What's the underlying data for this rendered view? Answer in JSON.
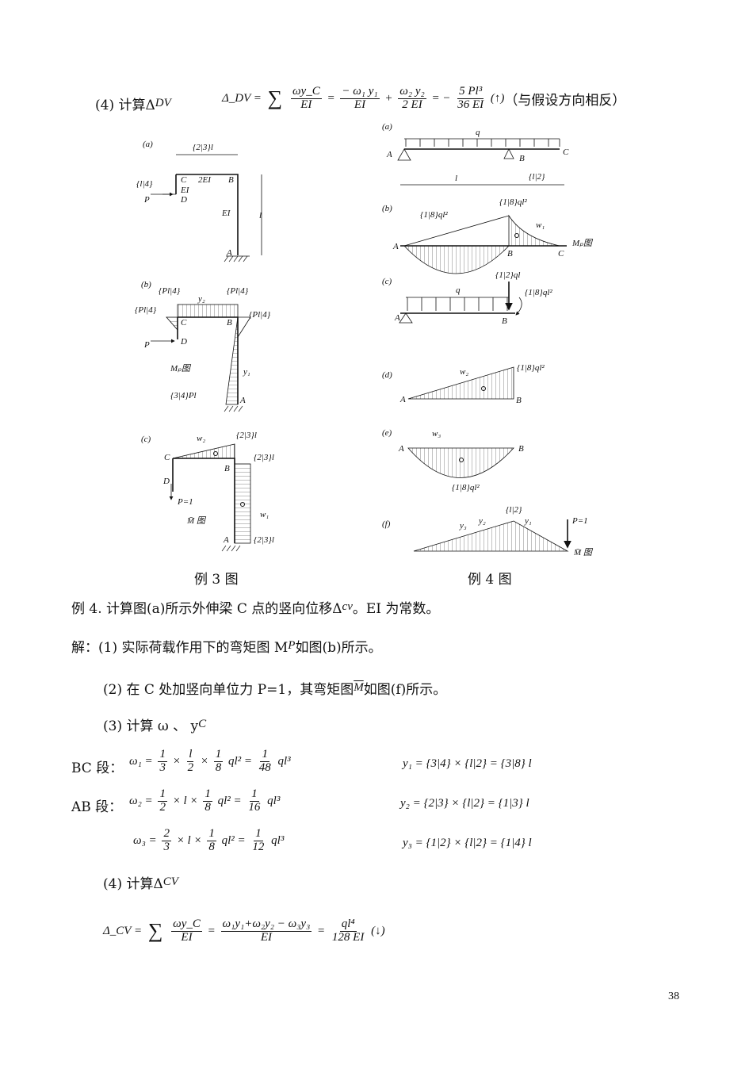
{
  "top": {
    "label": "(4) 计算Δ",
    "label_sub": "DV",
    "formula": "Δ_DV = ∑ {ωy_C|EI} = {− ω₁ y₁|EI} + {ω₂ y₂|2 EI} = − {5 Pl³|36 EI} (↑)",
    "note": "（与假设方向相反）"
  },
  "ex3": {
    "a": {
      "tag": "(a)",
      "dim_top": "{2|3}l",
      "dim_left": "{l|4}",
      "dim_right": "l",
      "C": "C",
      "B": "B",
      "D": "D",
      "A": "A",
      "P": "P",
      "EI_top": "2EI",
      "EI_short": "EI",
      "EI_col": "EI"
    },
    "b": {
      "tag": "(b)",
      "m1": "{Pl|4}",
      "m2": "{Pl|4}",
      "m3": "{Pl|4}",
      "m4": "{Pl|4}",
      "y2": "y₂",
      "y1": "y₁",
      "C": "C",
      "B": "B",
      "D": "D",
      "A": "A",
      "P": "P",
      "mp": "Mₚ图",
      "m_bottom": "{3|4}Pl"
    },
    "c": {
      "tag": "(c)",
      "top": "{2|3}l",
      "right": "{2|3}l",
      "bottom": "{2|3}l",
      "w2": "w₂",
      "w1": "w₁",
      "C": "C",
      "B": "B",
      "D": "D",
      "A": "A",
      "P": "P=1",
      "mbar": "M̄ 图"
    },
    "caption": "例 3 图"
  },
  "ex4": {
    "a": {
      "tag": "(a)",
      "q": "q",
      "A": "A",
      "B": "B",
      "C": "C",
      "span1": "l",
      "span2": "{l|2}"
    },
    "b": {
      "tag": "(b)",
      "m_left": "{1|8}ql²",
      "m_top": "{1|8}ql²",
      "w1": "w₁",
      "A": "A",
      "B": "B",
      "C": "C",
      "mp": "Mₚ图"
    },
    "c": {
      "tag": "(c)",
      "q": "q",
      "force": "{1|2}ql",
      "moment": "{1|8}ql²",
      "A": "A",
      "B": "B"
    },
    "d": {
      "tag": "(d)",
      "w2": "w₂",
      "m": "{1|8}ql²",
      "A": "A",
      "B": "B"
    },
    "e": {
      "tag": "(e)",
      "w3": "w₃",
      "m": "{1|8}ql²",
      "A": "A",
      "B": "B"
    },
    "f": {
      "tag": "(f)",
      "peak": "{l|2}",
      "y3": "y₃",
      "y2": "y₂",
      "y1": "y₁",
      "P": "P=1",
      "mbar": "M̄ 图"
    },
    "caption": "例 4 图"
  },
  "text": {
    "problem": "例 4. 计算图(a)所示外伸梁 C 点的竖向位移Δ",
    "problem_sub": "cv",
    "problem_end": " 。EI 为常数。",
    "step1": "解：(1) 实际荷载作用下的弯矩图 M",
    "step1_sub": "P",
    "step1_end": " 如图(b)所示。",
    "step2": "(2) 在 C 处加竖向单位力 P=1，其弯矩图",
    "step2_m": "M",
    "step2_end": " 如图(f)所示。",
    "step3": "(3) 计算 ω 、 y",
    "step3_sub": "C",
    "bc_label": "BC 段：",
    "ab_label": "AB 段：",
    "w1": "ω₁ = {1|3} × {l|2} × {1|8} ql² = {1|48} ql³",
    "w2": "ω₂ = {1|2} × l × {1|8} ql² = {1|16} ql³",
    "w3": "ω₃ = {2|3} × l × {1|8} ql² = {1|12} ql³",
    "y1": "y₁ = {3|4} × {l|2} = {3|8} l",
    "y2": "y₂ = {2|3} × {l|2} = {1|3} l",
    "y3": "y₃ = {1|2} × {l|2} = {1|4} l",
    "step4": "(4) 计算Δ",
    "step4_sub": "CV",
    "final": "Δ_CV = ∑ {ωy_C|EI} = {ω₁y₁+ω₂y₂ − ω₃y₃|EI} = {ql⁴|128 EI} (↓)"
  },
  "page_number": "38"
}
